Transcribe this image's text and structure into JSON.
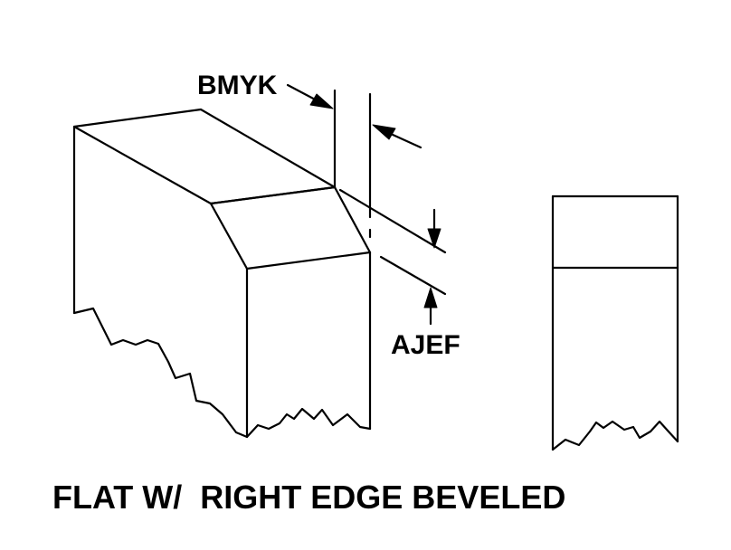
{
  "labels": {
    "top_dimension": "BMYK",
    "side_dimension": "AJEF"
  },
  "caption": "FLAT W/  RIGHT EDGE BEVELED",
  "colors": {
    "ink": "#000000",
    "background": "#ffffff"
  }
}
